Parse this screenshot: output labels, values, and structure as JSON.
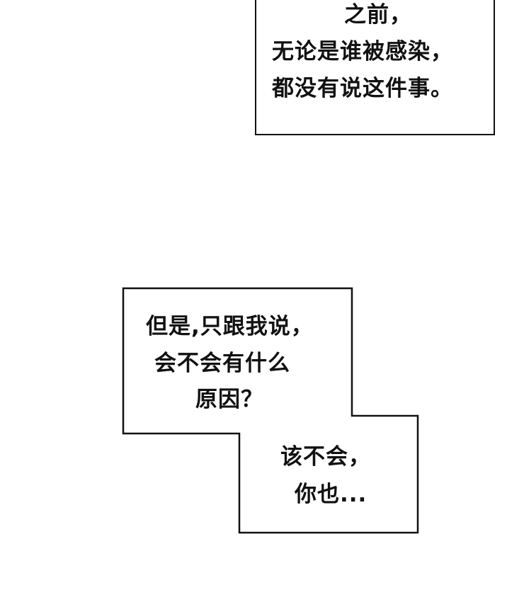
{
  "caption_top": {
    "lines": [
      "之前，",
      "无论是谁被感染，",
      "都没有说这件事。"
    ]
  },
  "caption_middle": {
    "lines": [
      "但是,只跟我说，",
      "会不会有什么",
      "原因？"
    ]
  },
  "caption_bottom": {
    "lines": [
      "该不会，",
      "你也..."
    ]
  },
  "colors": {
    "ink": "#111111",
    "paper": "#ffffff"
  }
}
